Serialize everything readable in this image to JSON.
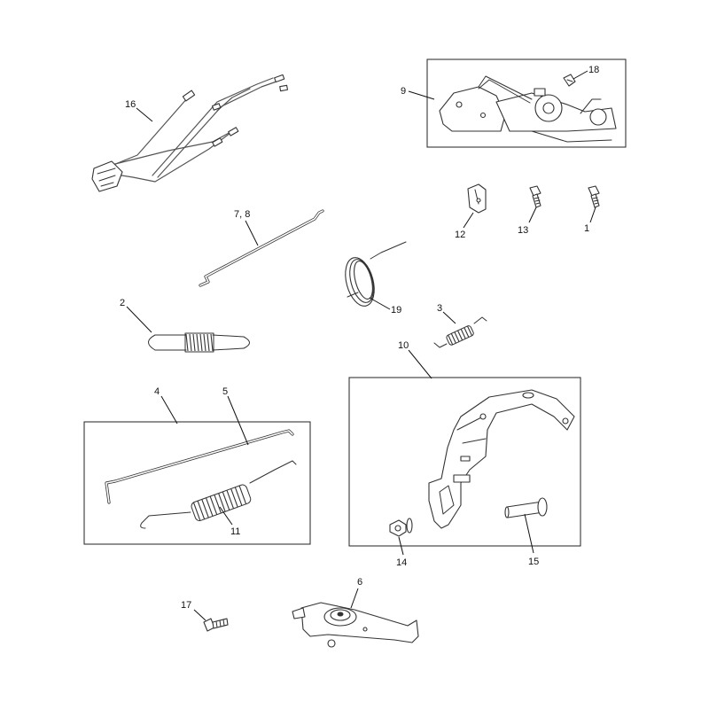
{
  "diagram": {
    "callouts": {
      "c1": "1",
      "c2": "2",
      "c3": "3",
      "c4": "4",
      "c5": "5",
      "c6": "6",
      "c7_8": "7, 8",
      "c9": "9",
      "c10": "10",
      "c11": "11",
      "c12": "12",
      "c13": "13",
      "c14": "14",
      "c15": "15",
      "c16": "16",
      "c17": "17",
      "c18": "18",
      "c19": "19"
    }
  }
}
